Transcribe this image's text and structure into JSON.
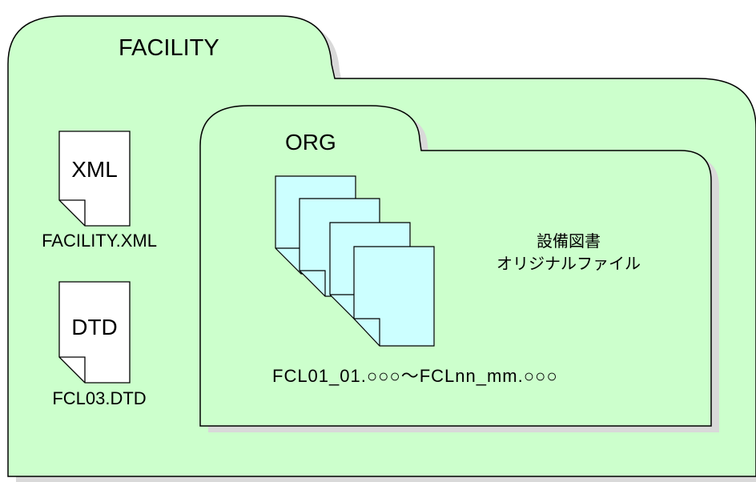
{
  "outer_folder": {
    "label": "FACILITY",
    "fill": "#ccffcc"
  },
  "files": {
    "xml": {
      "type_label": "XML",
      "filename": "FACILITY.XML"
    },
    "dtd": {
      "type_label": "DTD",
      "filename": "FCL03.DTD"
    }
  },
  "inner_folder": {
    "label": "ORG",
    "fill": "#ccffcc"
  },
  "original_files": {
    "description_line1": "設備図書",
    "description_line2": "オリジナルファイル",
    "range_label": "FCL01_01.○○○～FCLnn_mm.○○○",
    "fill": "#ccffff"
  }
}
